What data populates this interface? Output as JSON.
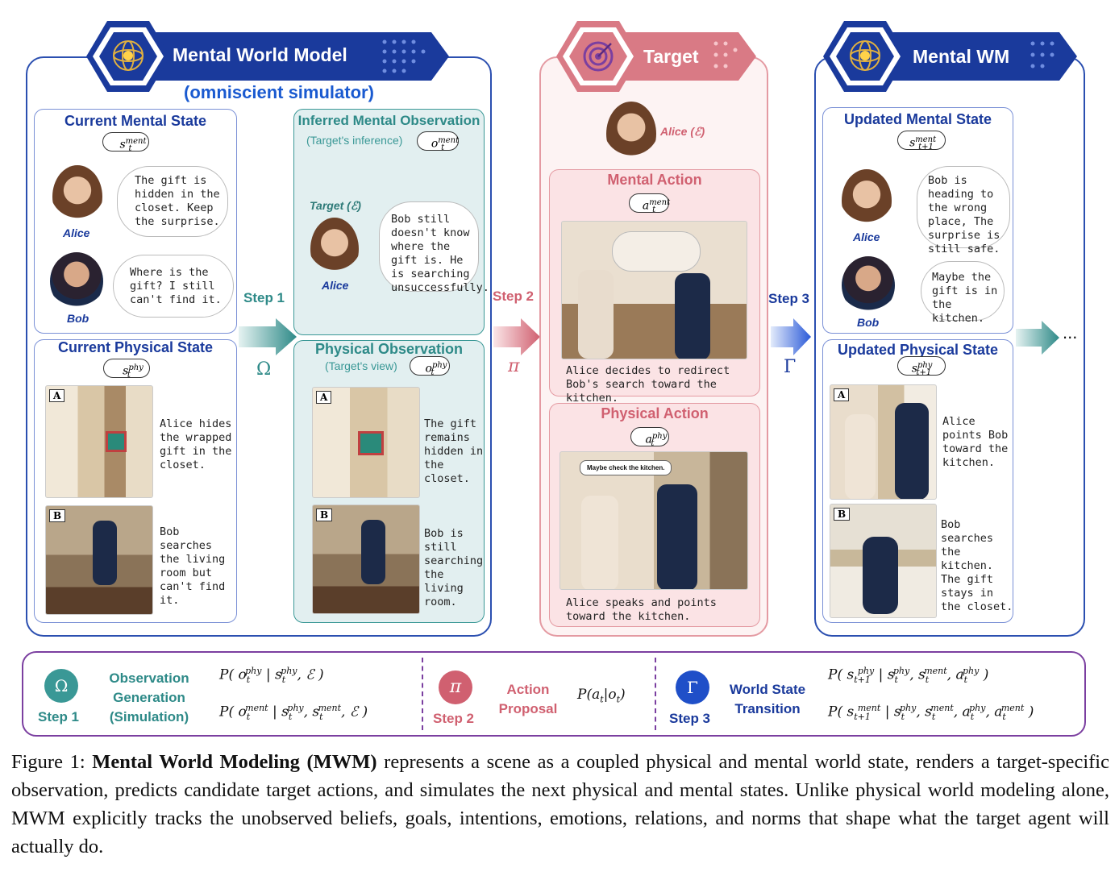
{
  "colors": {
    "blue": "#1a3a9c",
    "teal": "#2e8a88",
    "red": "#d06070",
    "purple": "#7b3fa0"
  },
  "left_panel": {
    "title": "Mental World Model",
    "subtitle": "(omniscient simulator)",
    "current_mental": {
      "title": "Current Mental State",
      "symbol": "s",
      "sup": "ment",
      "sub": "t",
      "alice_name": "Alice",
      "alice_thought": "The gift is hidden in the closet. Keep the surprise.",
      "bob_name": "Bob",
      "bob_thought": "Where is the gift? I still can't find it."
    },
    "current_physical": {
      "title": "Current Physical State",
      "symbol": "s",
      "sup": "phy",
      "sub": "t",
      "photo_a_label": "A",
      "photo_a_text": "Alice hides the wrapped gift in the closet.",
      "photo_b_label": "B",
      "photo_b_text": "Bob searches the living room but can't find it."
    },
    "inferred_mental": {
      "title": "Inferred Mental Observation",
      "note": "(Target's inference)",
      "symbol": "o",
      "sup": "ment",
      "sub": "t",
      "target_label": "Target (ℰ)",
      "alice_name": "Alice",
      "thought": "Bob still doesn't know where the gift is. He is searching unsuccessfully."
    },
    "physical_obs": {
      "title": "Physical Observation",
      "note": "(Target's view)",
      "symbol": "o",
      "sup": "phy",
      "sub": "t",
      "photo_a_label": "A",
      "photo_a_text": "The gift remains hidden in the closet.",
      "photo_b_label": "B",
      "photo_b_text": "Bob is still searching the living room."
    }
  },
  "step1": {
    "label": "Step 1",
    "greek": "Ω"
  },
  "step2": {
    "label": "Step 2",
    "greek": "π"
  },
  "step3": {
    "label": "Step 3",
    "greek": "Γ"
  },
  "target_panel": {
    "title": "Target",
    "alice_label": "Alice (ℰ)",
    "mental_action": {
      "title": "Mental Action",
      "symbol": "a",
      "sup": "ment",
      "sub": "t",
      "caption": "Alice decides to redirect Bob's search toward the kitchen."
    },
    "physical_action": {
      "title": "Physical Action",
      "symbol": "a",
      "sup": "phy",
      "sub": "t",
      "speech": "Maybe check the kitchen.",
      "caption": "Alice speaks and points toward the kitchen."
    }
  },
  "right_panel": {
    "title": "Mental WM",
    "updated_mental": {
      "title": "Updated Mental State",
      "symbol": "s",
      "sup": "ment",
      "sub": "t+1",
      "alice_name": "Alice",
      "alice_thought": "Bob is heading to the wrong place, The surprise is still safe.",
      "bob_name": "Bob",
      "bob_thought": "Maybe the gift is in the kitchen."
    },
    "updated_physical": {
      "title": "Updated Physical State",
      "symbol": "s",
      "sup": "phy",
      "sub": "t+1",
      "photo_a_label": "A",
      "photo_a_text": "Alice points Bob toward the kitchen.",
      "photo_b_label": "B",
      "photo_b_text": "Bob searches the kitchen. The gift stays in the closet."
    },
    "ellipsis": "..."
  },
  "legend": {
    "s1_label": "Step 1",
    "s1_title": "Observation Generation (Simulation)",
    "s2_label": "Step 2",
    "s2_title": "Action Proposal",
    "s3_label": "Step 3",
    "s3_title": "World State Transition"
  },
  "caption": {
    "prefix": "Figure 1: ",
    "bold": "Mental World Modeling (MWM)",
    "rest": " represents a scene as a coupled physical and mental world state, renders a target-specific observation, predicts candidate target actions, and simulates the next physical and mental states. Unlike physical world modeling alone, MWM explicitly tracks the unobserved beliefs, goals, intentions, emotions, relations, and norms that shape what the target agent will actually do."
  }
}
